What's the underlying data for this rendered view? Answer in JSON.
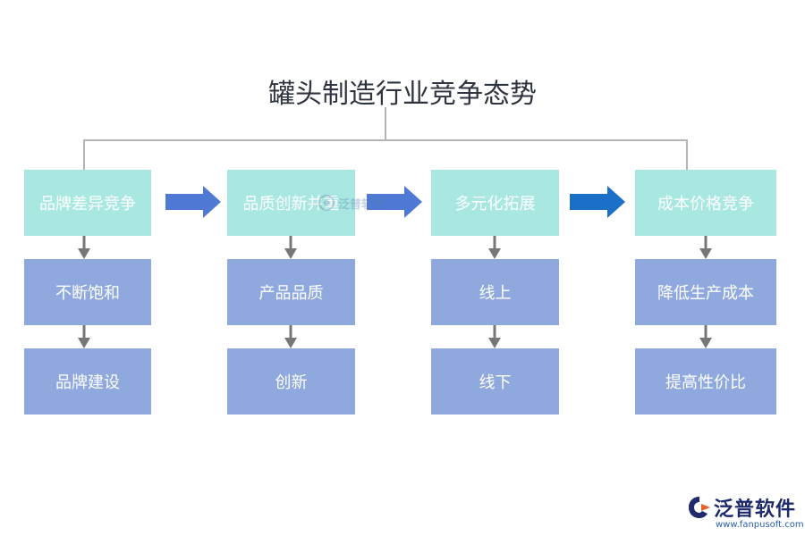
{
  "title": "罐头制造行业竞争态势",
  "columns": [
    {
      "head": "品牌差异竞争",
      "items": [
        "不断饱和",
        "品牌建设"
      ]
    },
    {
      "head": "品质创新并重",
      "items": [
        "产品品质",
        "创新"
      ]
    },
    {
      "head": "多元化拓展",
      "items": [
        "线上",
        "线下"
      ]
    },
    {
      "head": "成本价格竞争",
      "items": [
        "降低生产成本",
        "提高性价比"
      ]
    }
  ],
  "watermark": {
    "text": "泛普软件"
  },
  "logo": {
    "name": "泛普软件",
    "url": "www.fanpusoft.com"
  },
  "colors": {
    "top_box": "#a8e8e0",
    "sub_box": "#8fa9df",
    "arrow_light": "#4e79d4",
    "arrow_dark": "#1a6fc6",
    "connector": "#b5b5b5"
  }
}
